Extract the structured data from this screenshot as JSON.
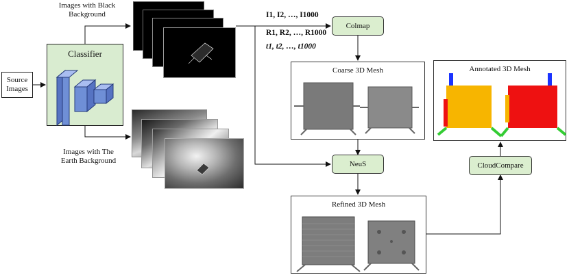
{
  "source": {
    "label": "Source\nImages"
  },
  "classifier": {
    "label": "Classifier"
  },
  "black_bg": {
    "label": "Images with Black\nBackground"
  },
  "earth_bg": {
    "label": "Images with The\nEarth Background"
  },
  "colmap": {
    "label": "Colmap"
  },
  "neus": {
    "label": "NeuS"
  },
  "cloudcompare": {
    "label": "CloudCompare"
  },
  "coarse": {
    "title": "Coarse 3D Mesh"
  },
  "refined": {
    "title": "Refined 3D Mesh"
  },
  "annotated": {
    "title": "Annotated 3D Mesh"
  },
  "inputs": {
    "images": "I1, I2, …, I1000",
    "rotations": "R1, R2, …, R1000",
    "translations": "t1, t2, …, t1000"
  },
  "colors": {
    "classifier_bg": "#d9ecd0",
    "cube_blue": "#6f8fd6",
    "step_box": "#dbeecf",
    "annot_orange": "#f7b500",
    "annot_red": "#ee1111",
    "annot_green": "#33cc33",
    "annot_blue": "#1a33ff"
  }
}
